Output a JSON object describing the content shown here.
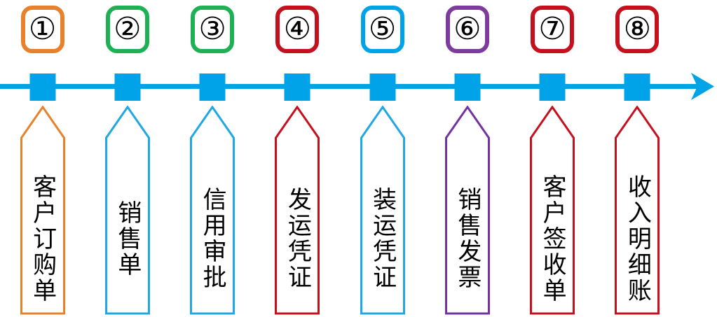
{
  "diagram": {
    "description_colors": {
      "background": "#FFFFFF",
      "text": "#000000",
      "orange": "#E8812B",
      "green": "#1EB153",
      "red": "#C5101E",
      "cyan": "#00A3E8",
      "banner_blue": "#1FA8E4",
      "purple": "#7333A0"
    }
  },
  "timeline": {
    "color": "#00A3E8",
    "direction": "right"
  },
  "steps": [
    {
      "number": "①",
      "label": "客户订购单",
      "badge_color": "#E8812B",
      "banner_color": "#E8812B"
    },
    {
      "number": "②",
      "label": "销售单",
      "badge_color": "#1EB153",
      "banner_color": "#1FA8E4"
    },
    {
      "number": "③",
      "label": "信用审批",
      "badge_color": "#1EB153",
      "banner_color": "#1FA8E4"
    },
    {
      "number": "④",
      "label": "发运凭证",
      "badge_color": "#C5101E",
      "banner_color": "#C5101E"
    },
    {
      "number": "⑤",
      "label": "装运凭证",
      "badge_color": "#00A3E8",
      "banner_color": "#1FA8E4"
    },
    {
      "number": "⑥",
      "label": "销售发票",
      "badge_color": "#7D3C9B",
      "banner_color": "#7333A0"
    },
    {
      "number": "⑦",
      "label": "客户签收单",
      "badge_color": "#C5101E",
      "banner_color": "#C5101E"
    },
    {
      "number": "⑧",
      "label": "收入明细账",
      "badge_color": "#C5101E",
      "banner_color": "#C5101E"
    }
  ]
}
